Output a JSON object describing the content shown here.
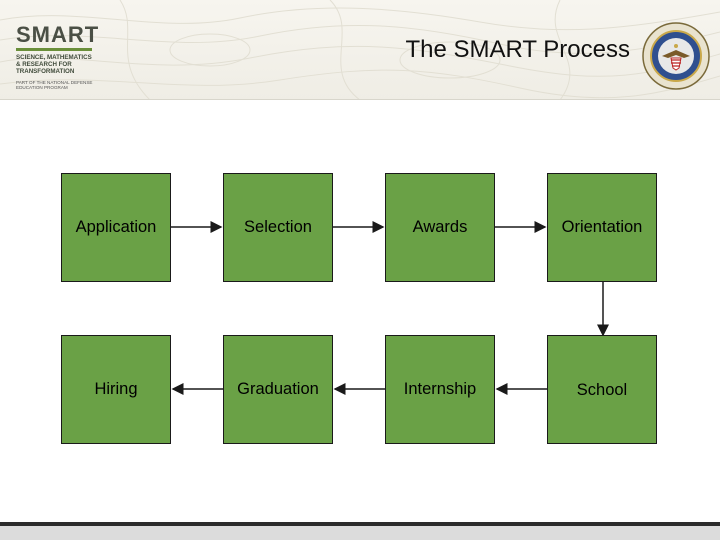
{
  "header": {
    "title": "The SMART Process",
    "logo": {
      "name": "SMART",
      "subtitle": "SCIENCE, MATHEMATICS\n& RESEARCH FOR\nTRANSFORMATION",
      "program": "PART OF THE NATIONAL DEFENSE\nEDUCATION PROGRAM"
    },
    "seal_icon": "department-of-defense-seal-icon"
  },
  "colors": {
    "box_fill": "#6aa146",
    "box_border": "#1a1a1a",
    "logo_accent": "#6a8f3a"
  },
  "process": {
    "steps": [
      {
        "id": "application",
        "label": "Application"
      },
      {
        "id": "selection",
        "label": "Selection"
      },
      {
        "id": "awards",
        "label": "Awards"
      },
      {
        "id": "orientation",
        "label": "Orientation"
      },
      {
        "id": "school",
        "label": "School"
      },
      {
        "id": "internship",
        "label": "Internship"
      },
      {
        "id": "graduation",
        "label": "Graduation"
      },
      {
        "id": "hiring",
        "label": "Hiring"
      }
    ],
    "connectors": [
      {
        "from": "application",
        "to": "selection"
      },
      {
        "from": "selection",
        "to": "awards"
      },
      {
        "from": "awards",
        "to": "orientation"
      },
      {
        "from": "orientation",
        "to": "school"
      },
      {
        "from": "school",
        "to": "internship"
      },
      {
        "from": "internship",
        "to": "graduation"
      },
      {
        "from": "graduation",
        "to": "hiring"
      }
    ]
  }
}
